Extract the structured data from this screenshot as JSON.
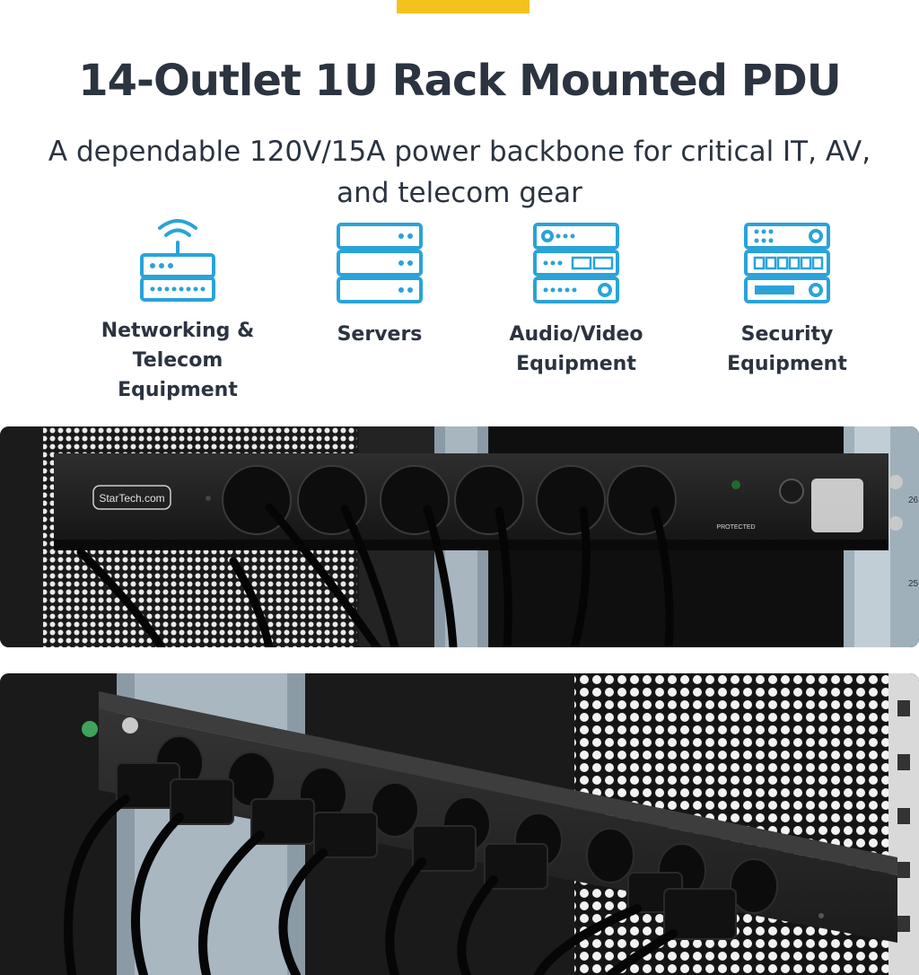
{
  "header": {
    "title": "14-Outlet 1U Rack Mounted PDU",
    "subtitle": "A dependable 120V/15A power backbone for critical IT, AV, and telecom gear"
  },
  "categories": [
    {
      "label": "Networking & Telecom Equipment",
      "icon": "router-icon"
    },
    {
      "label": "Servers",
      "icon": "server-stack-icon"
    },
    {
      "label": "Audio/Video Equipment",
      "icon": "av-rack-icon"
    },
    {
      "label": "Security Equipment",
      "icon": "security-rack-icon"
    }
  ],
  "photo_front": {
    "brand": "StarTech.com",
    "status_label": "PROTECTED",
    "rack_units": [
      "26",
      "25"
    ]
  },
  "colors": {
    "accent": "#f4c21f",
    "icon_blue": "#2aa3d9",
    "text_dark": "#2b3440"
  }
}
